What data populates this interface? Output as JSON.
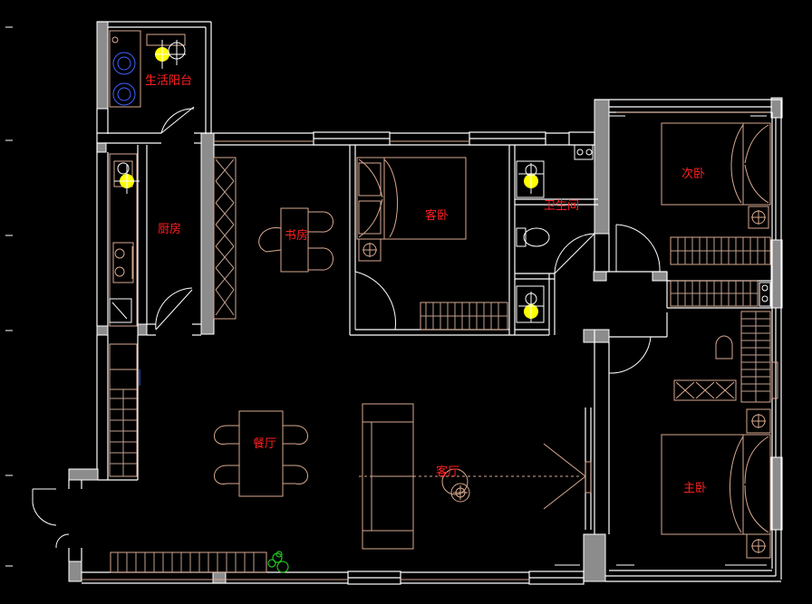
{
  "rooms": {
    "balcony": "生活阳台",
    "kitchen": "厨房",
    "study": "书房",
    "guest_bedroom": "客卧",
    "bathroom": "卫生间",
    "second_bedroom": "次卧",
    "dining": "餐厅",
    "living": "客厅",
    "master_bedroom": "主卧"
  },
  "colors": {
    "background": "#000000",
    "wall_outline": "#ffffff",
    "wall_fill": "#8c8c8c",
    "furniture": "#d9a98f",
    "label": "#ff2020",
    "fixture_yellow": "#ffff00",
    "appliance_blue": "#4060ff",
    "plant_green": "#20c020"
  }
}
